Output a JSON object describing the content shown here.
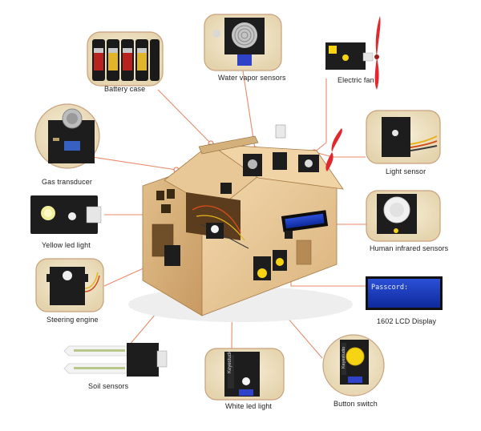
{
  "labels": {
    "battery_case": "Battery case",
    "water_vapor": "Water vapor sensors",
    "electric_fan": "Electric fan",
    "gas_transducer": "Gas transducer",
    "light_sensor": "Light sensor",
    "yellow_led": "Yellow led light",
    "human_infrared": "Human infrared sensors",
    "steering_engine": "Steering engine",
    "lcd_display": "1602 LCD Display",
    "soil_sensors": "Soil sensors",
    "white_led": "White led light",
    "button_switch": "Button switch"
  },
  "lcd_screen_text": "Passcord:",
  "board_brand": "Keyestudio",
  "colors": {
    "leader_line": "#e8896a",
    "frame_bg": "#efe4c9",
    "frame_border": "#c9a17d",
    "board": "#1d1d1d",
    "lcd_blue": "#1436b8",
    "wood": "#e9c99a",
    "fan_red": "#e0282d",
    "button_yellow": "#f6d313"
  }
}
